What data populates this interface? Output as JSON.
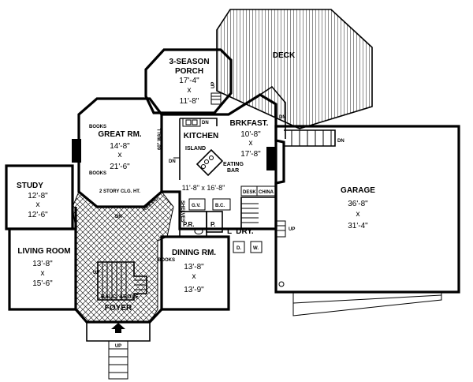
{
  "rooms": {
    "deck": {
      "name": "DECK"
    },
    "porch": {
      "name_line1": "3-SEASON",
      "name_line2": "PORCH",
      "w": "17'-4\"",
      "x": "x",
      "d": "11'-8\""
    },
    "great_room": {
      "name": "GREAT RM.",
      "w": "14'-8\"",
      "x": "x",
      "d": "21'-6\"",
      "note": "2 STORY CLG. HT."
    },
    "kitchen": {
      "name": "KITCHEN",
      "island": "ISLAND",
      "eating_bar_1": "EATING",
      "eating_bar_2": "BAR",
      "dims": "11'-8\" x 16'-8\""
    },
    "breakfast": {
      "name": "BRKFAST.",
      "w": "10'-8\"",
      "x": "x",
      "d": "17'-8\""
    },
    "study": {
      "name": "STUDY",
      "w": "12'-8\"",
      "x": "x",
      "d": "12'-6\""
    },
    "garage": {
      "name": "GARAGE",
      "w": "36'-8\"",
      "x": "x",
      "d": "31'-4\""
    },
    "living_room": {
      "name": "LIVING ROOM",
      "w": "13'-8\"",
      "x": "x",
      "d": "15'-6\""
    },
    "dining_room": {
      "name": "DINING RM.",
      "w": "13'-8\"",
      "x": "x",
      "d": "13'-9\""
    },
    "foyer": {
      "name": "FOYER",
      "balcony": "BALC. ABOVE"
    },
    "laundry": {
      "name": "L' DRY."
    }
  },
  "labels": {
    "books_1": "BOOKS",
    "books_2": "BOOKS",
    "books_3": "BOOKS",
    "wall_60": "60\" WALL",
    "railing": "RAILING",
    "shelves": "SHELVES",
    "desk": "DESK",
    "china": "CHINA",
    "gv": "G.V.",
    "bc": "B.C.",
    "pr": "P.R.",
    "pantry": "P.",
    "washer": "D.",
    "dryer": "W.",
    "dn_1": "DN",
    "dn_2": "DN",
    "dn_3": "DN",
    "dn_4": "DN",
    "dn_5": "DN",
    "up_1": "UP",
    "up_2": "UP",
    "up_3": "UP",
    "up_4": "UP"
  }
}
